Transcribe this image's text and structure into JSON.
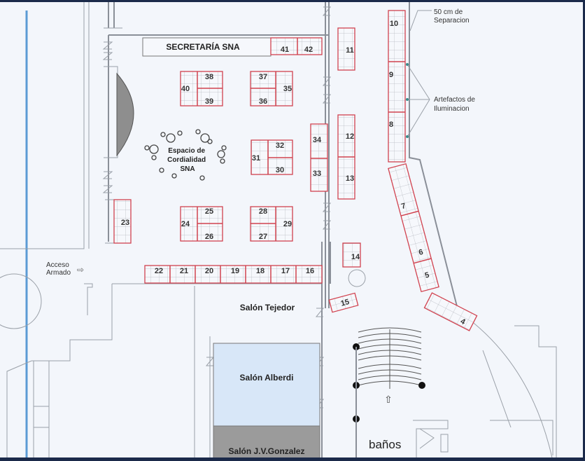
{
  "title": "Plano de stands",
  "rooms": {
    "secretaria": "SECRETARÍA SNA",
    "cordialidad": [
      "Espacio de",
      "Cordialidad",
      "SNA"
    ],
    "tejedor": "Salón Tejedor",
    "alberdi": "Salón Alberdi",
    "gonzalez": "Salón J.V.Gonzalez",
    "banos": "baños"
  },
  "annotations": {
    "acceso": [
      "Acceso",
      "Armado"
    ],
    "separacion": [
      "50 cm de",
      "Separacion"
    ],
    "iluminacion": [
      "Artefactos de",
      "Iluminacion"
    ]
  },
  "booths": [
    "4",
    "5",
    "6",
    "7",
    "8",
    "9",
    "10",
    "11",
    "12",
    "13",
    "14",
    "15",
    "16",
    "17",
    "18",
    "19",
    "20",
    "21",
    "22",
    "23",
    "24",
    "25",
    "26",
    "27",
    "28",
    "29",
    "30",
    "31",
    "32",
    "33",
    "34",
    "35",
    "36",
    "37",
    "38",
    "39",
    "40",
    "41",
    "42"
  ],
  "colors": {
    "booth_outline": "#d1424f",
    "alberdi": "#d8e7f8",
    "gonzalez": "#9b9b9b",
    "guide_line": "#5b9bd5",
    "frame": "#1b2a4a"
  }
}
